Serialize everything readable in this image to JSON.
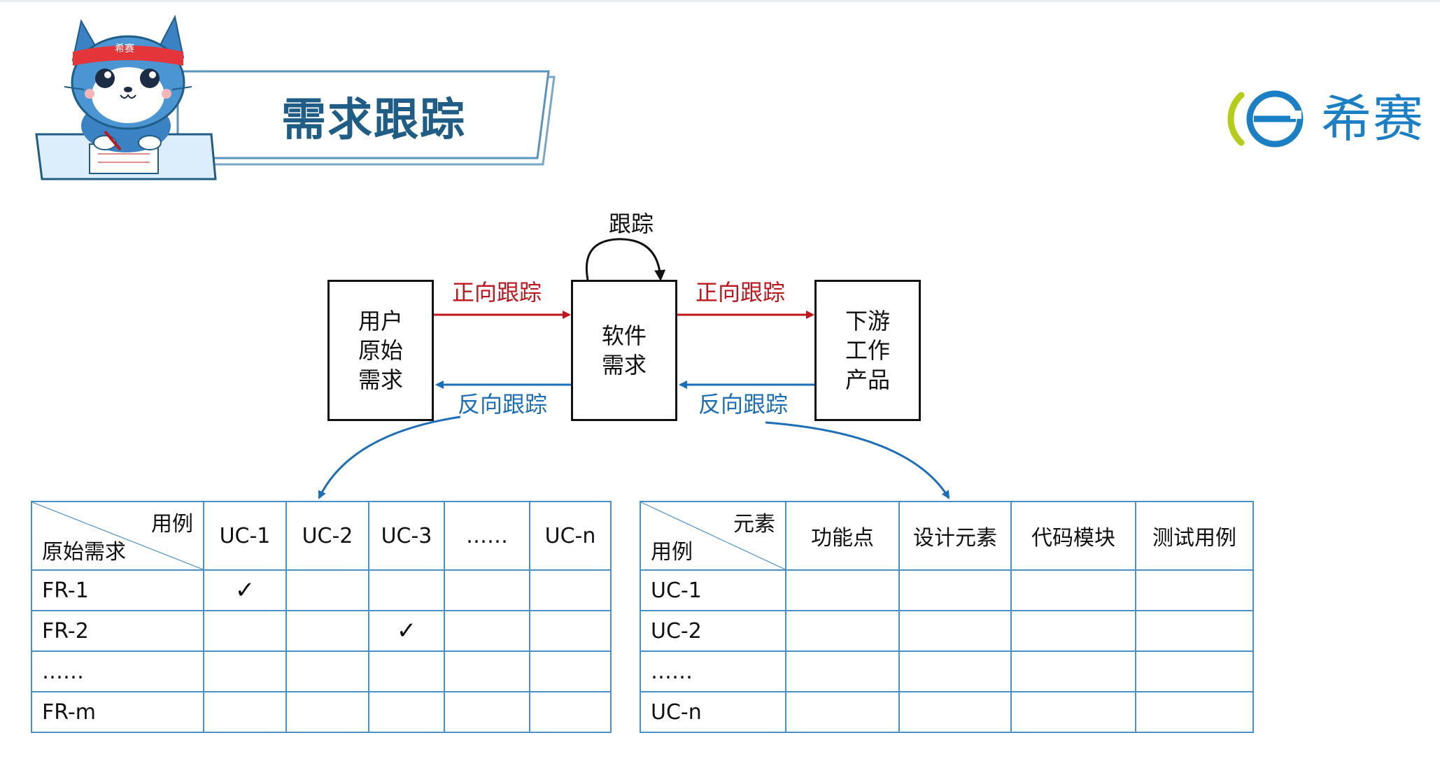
{
  "header": {
    "title": "需求跟踪",
    "mascot_headband_text": "希赛",
    "logo_text": "希赛"
  },
  "diagram": {
    "boxes": {
      "user_req": "用户\n原始\n需求",
      "software_req": "软件\n需求",
      "downstream": "下游\n工作\n产品"
    },
    "labels": {
      "self_trace": "跟踪",
      "forward_left": "正向跟踪",
      "forward_right": "正向跟踪",
      "backward_left": "反向跟踪",
      "backward_right": "反向跟踪"
    },
    "colors": {
      "forward": "#c0161d",
      "backward": "#1d6eb8",
      "table_border": "#4a90c8",
      "title": "#1f5d86"
    }
  },
  "table_left": {
    "corner_top": "用例",
    "corner_bottom": "原始需求",
    "columns": [
      "UC-1",
      "UC-2",
      "UC-3",
      "……",
      "UC-n"
    ],
    "rows": [
      {
        "label": "FR-1",
        "cells": [
          "✓",
          "",
          "",
          "",
          ""
        ]
      },
      {
        "label": "FR-2",
        "cells": [
          "",
          "",
          "✓",
          "",
          ""
        ]
      },
      {
        "label": "……",
        "cells": [
          "",
          "",
          "",
          "",
          ""
        ]
      },
      {
        "label": "FR-m",
        "cells": [
          "",
          "",
          "",
          "",
          ""
        ]
      }
    ]
  },
  "table_right": {
    "corner_top": "元素",
    "corner_bottom": "用例",
    "columns": [
      "功能点",
      "设计元素",
      "代码模块",
      "测试用例"
    ],
    "rows": [
      {
        "label": "UC-1",
        "cells": [
          "",
          "",
          "",
          ""
        ]
      },
      {
        "label": "UC-2",
        "cells": [
          "",
          "",
          "",
          ""
        ]
      },
      {
        "label": "……",
        "cells": [
          "",
          "",
          "",
          ""
        ]
      },
      {
        "label": "UC-n",
        "cells": [
          "",
          "",
          "",
          ""
        ]
      }
    ]
  }
}
